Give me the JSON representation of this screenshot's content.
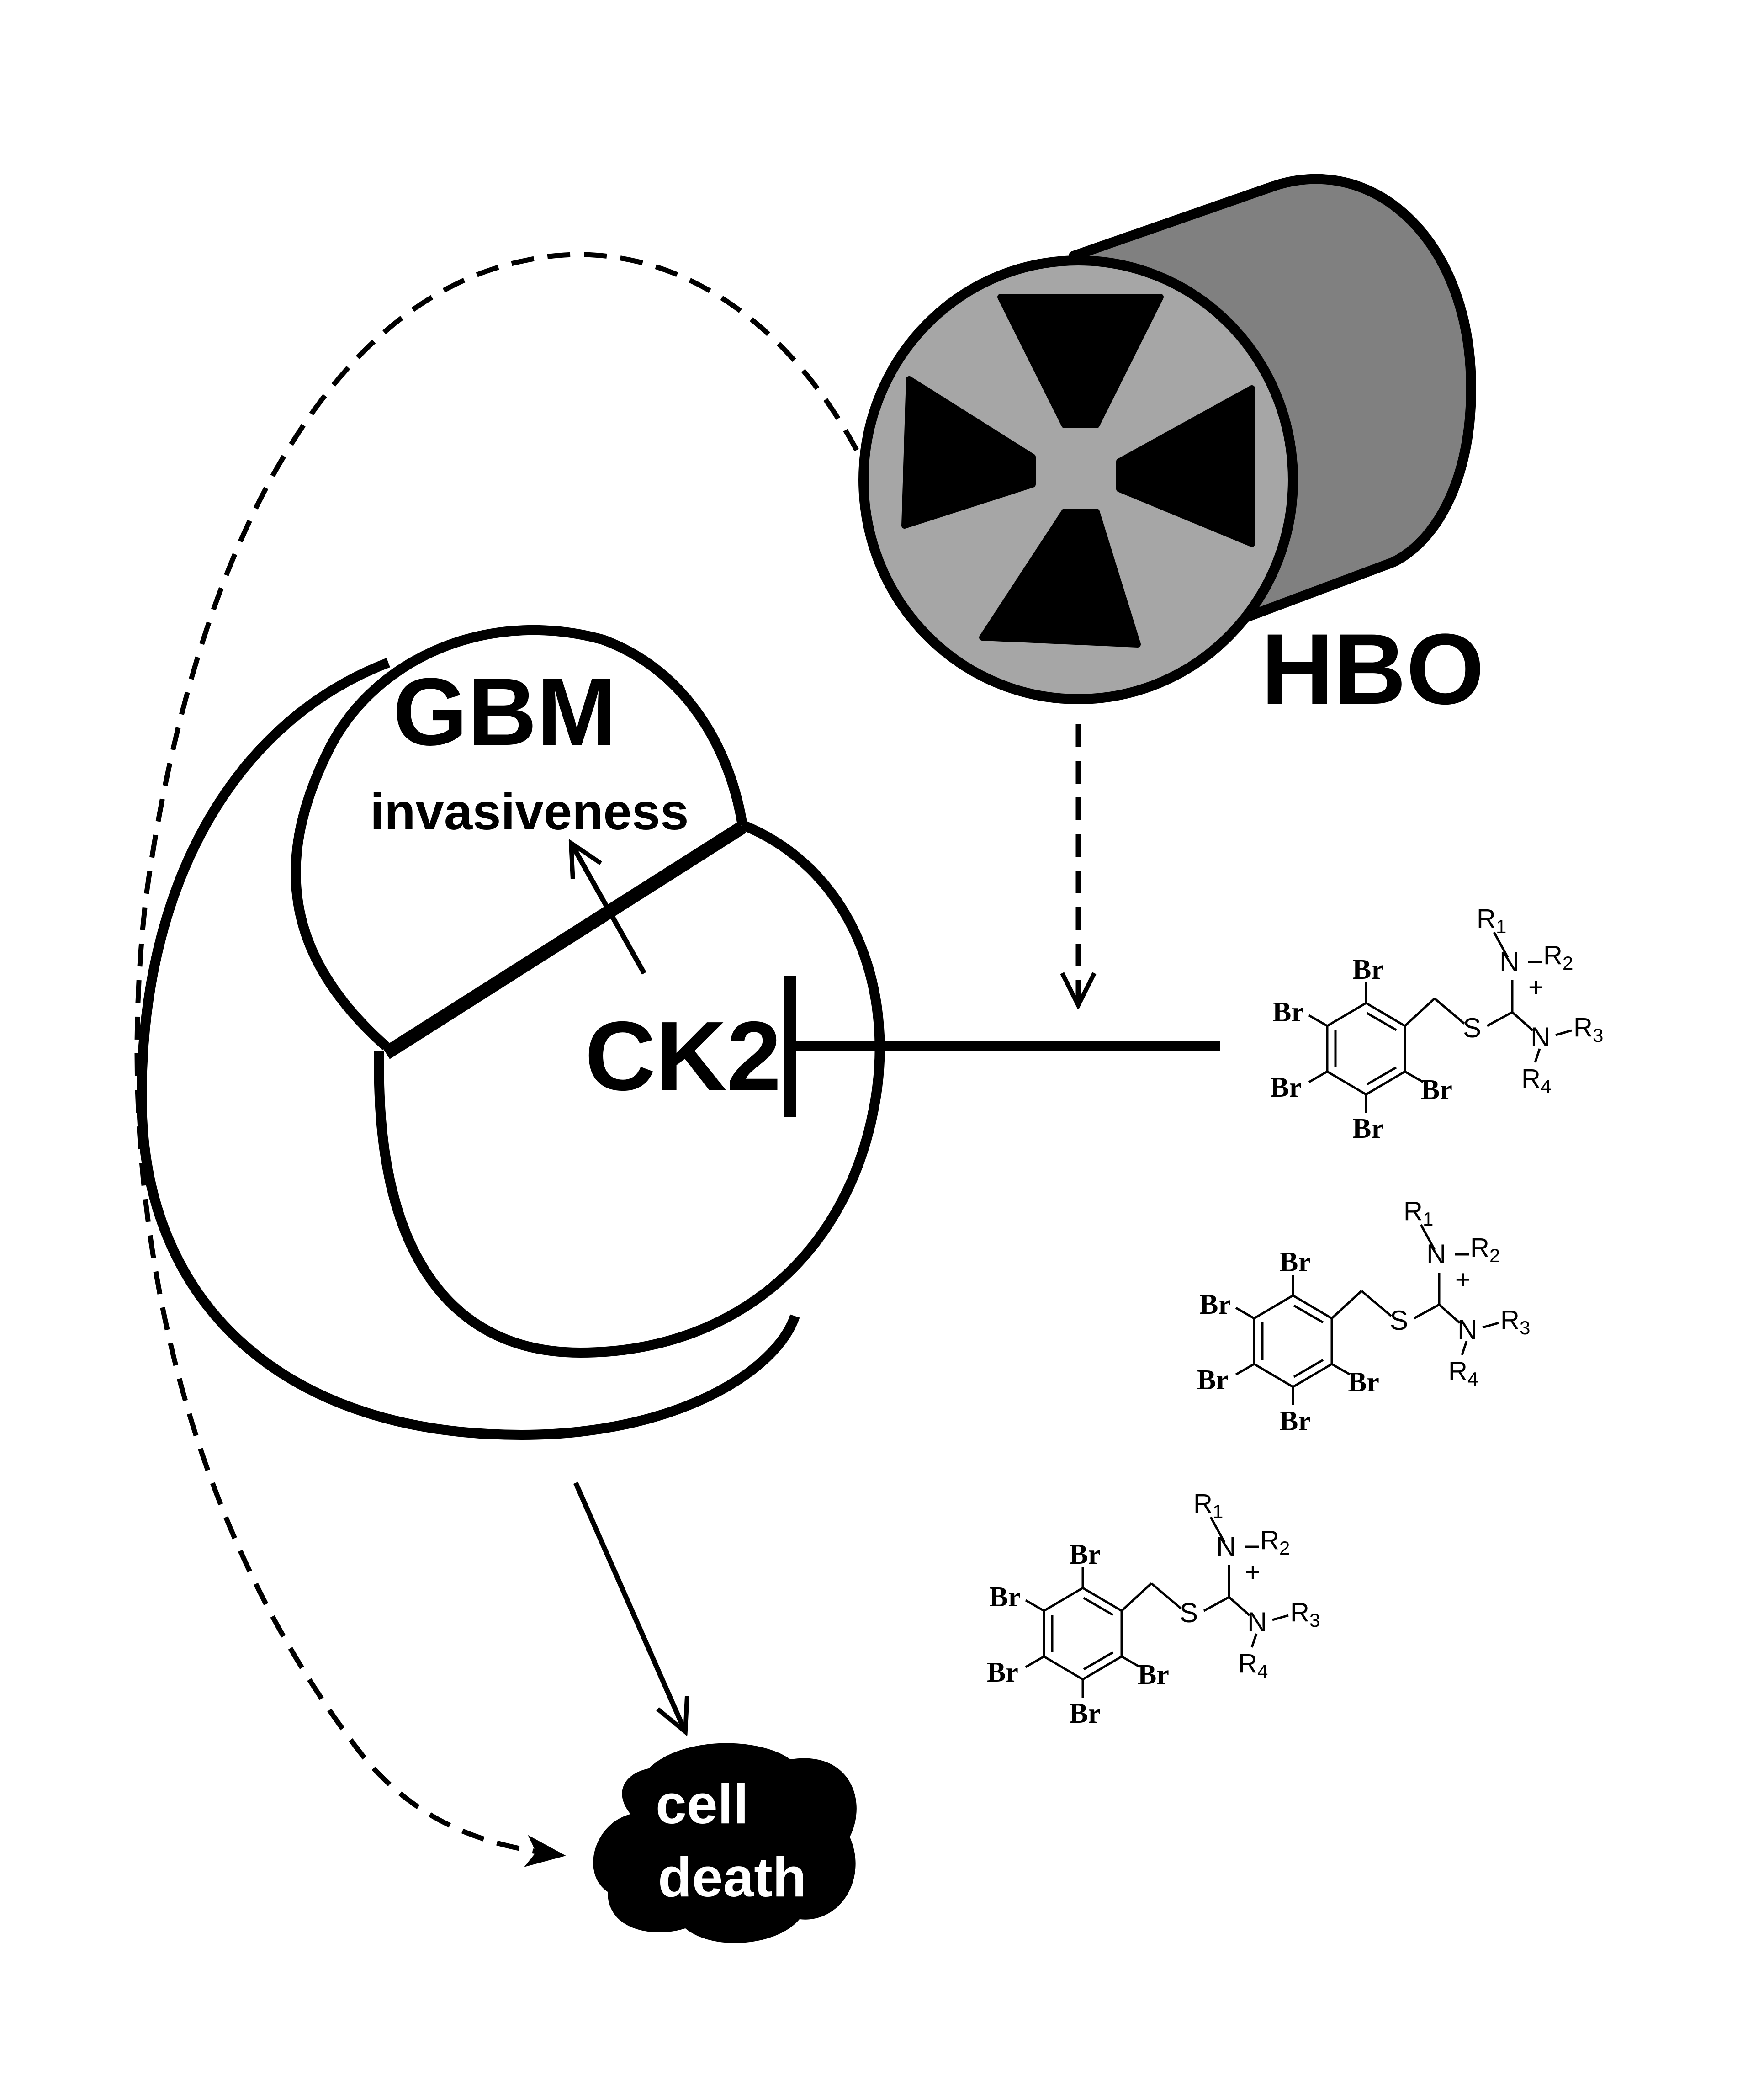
{
  "labels": {
    "hbo": "HBO",
    "gbm": "GBM",
    "invasiveness": "invasiveness",
    "ck2": "CK2",
    "cell_death_line1": "cell",
    "cell_death_line2": "death"
  },
  "molecule": {
    "bromine": "Br",
    "sulfur": "S",
    "nitrogen": "N",
    "plus": "+",
    "r_group": "R",
    "sub_1": "1",
    "sub_2": "2",
    "sub_3": "3",
    "sub_4": "4",
    "bond_dash": "–"
  },
  "colors": {
    "ink": "#000000",
    "cylinder_body": "#808080",
    "cylinder_face": "#a6a6a6",
    "background": "#ffffff",
    "death_text": "#ffffff"
  },
  "icons": {
    "hbo_symbol": "radiation-trefoil-icon",
    "cell_death": "blob-icon"
  }
}
